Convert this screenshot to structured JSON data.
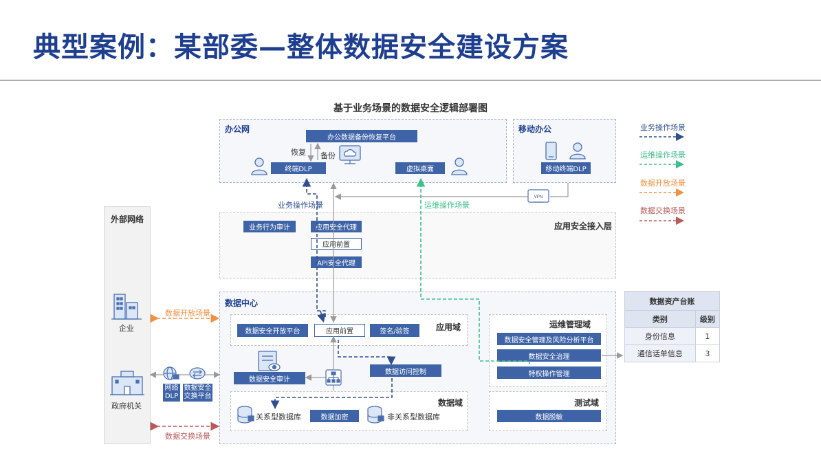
{
  "title": "典型案例：某部委—整体数据安全建设方案",
  "subtitle": "基于业务场景的数据安全逻辑部署图",
  "office_net": {
    "label": "办公网",
    "backup_platform": "办公数据备份恢复平台",
    "restore": "恢复",
    "backup": "备份",
    "terminal_dlp": "终端DLP",
    "virtual_desktop": "虚拟桌面"
  },
  "mobile": {
    "label": "移动办公",
    "mobile_dlp": "移动终端DLP",
    "vpn": "VPN"
  },
  "flows": {
    "business_ops": "业务操作场景",
    "maint_ops": "运维操作场景"
  },
  "app_access": {
    "label": "应用安全接入层",
    "behavior_audit": "业务行为审计",
    "app_proxy": "应用安全代理",
    "app_front": "应用前置",
    "api_proxy": "API安全代理"
  },
  "external": {
    "label": "外部网络",
    "enterprise": "企业",
    "government": "政府机关"
  },
  "edge": {
    "open_scene": "数据开放场景",
    "exchange_scene": "数据交换场景",
    "net_dlp": [
      "网络",
      "DLP"
    ],
    "exchange_platform": [
      "数据安全",
      "交换平台"
    ]
  },
  "datacenter": {
    "label": "数据中心",
    "app_domain": "应用域",
    "open_platform": "数据安全开放平台",
    "app_front": "应用前置",
    "sign_verify": "签名/验签",
    "security_audit": "数据安全审计",
    "access_control": "数据访问控制",
    "data_domain": "数据域",
    "relational_db": "关系型数据库",
    "encryption": "数据加密",
    "nonrelational_db": "非关系型数据库",
    "ops_domain": "运维管理域",
    "risk_platform": "数据安全管理及风险分析平台",
    "governance": "数据安全治理",
    "privileged_ops": "特权操作管理",
    "test_domain": "测试域",
    "masking": "数据脱敏"
  },
  "ledger": {
    "title": "数据资产台账",
    "headers": [
      "类别",
      "级别"
    ],
    "rows": [
      [
        "身份信息",
        "1"
      ],
      [
        "通信话单信息",
        "3"
      ]
    ]
  },
  "legend": [
    {
      "label": "业务操作场景",
      "color": "#2f4f8f"
    },
    {
      "label": "运维操作场景",
      "color": "#3dbf8a"
    },
    {
      "label": "数据开放场景",
      "color": "#ef9145"
    },
    {
      "label": "数据交换场景",
      "color": "#b85a5a"
    }
  ]
}
